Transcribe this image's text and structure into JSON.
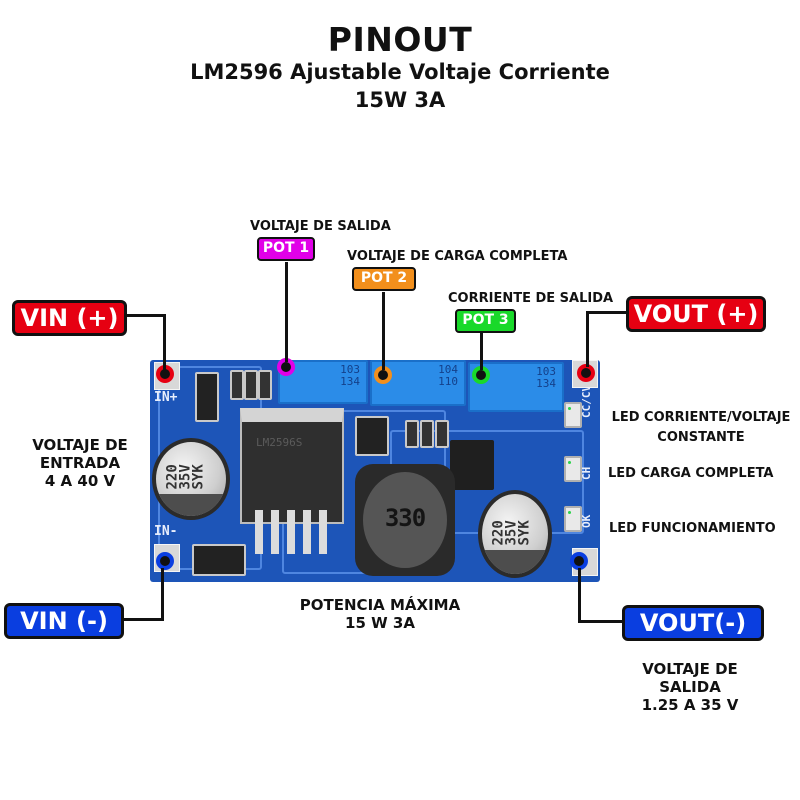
{
  "header": {
    "title": "PINOUT",
    "subtitle": "LM2596 Ajustable Voltaje Corriente",
    "rating": "15W 3A"
  },
  "pins": {
    "vin_plus": {
      "label": "VIN (+)",
      "color": "#e60012"
    },
    "vin_minus": {
      "label": "VIN (-)",
      "color": "#0a3ee0"
    },
    "vout_plus": {
      "label": "VOUT (+)",
      "color": "#e60012"
    },
    "vout_minus": {
      "label": "VOUT(-)",
      "color": "#0a3ee0"
    }
  },
  "pots": [
    {
      "label": "POT 1",
      "function": "VOLTAJE DE SALIDA",
      "color": "#e100e8",
      "marking": [
        "103",
        "134"
      ]
    },
    {
      "label": "POT 2",
      "function": "VOLTAJE DE CARGA COMPLETA",
      "color": "#f28f1c",
      "marking": [
        "104",
        "110"
      ]
    },
    {
      "label": "POT 3",
      "function": "CORRIENTE DE SALIDA",
      "color": "#19d92a",
      "marking": [
        "103",
        "134"
      ]
    }
  ],
  "leds": [
    {
      "silk": "CC/CV",
      "description": "LED CORRIENTE/VOLTAJE CONSTANTE"
    },
    {
      "silk": "CH",
      "description": "LED CARGA COMPLETA"
    },
    {
      "silk": "OK",
      "description": "LED FUNCIONAMIENTO"
    }
  ],
  "notes": {
    "input_range_l1": "VOLTAJE DE",
    "input_range_l2": "ENTRADA",
    "input_range_l3": "4 A 40 V",
    "power_l1": "POTENCIA MÁXIMA",
    "power_l2": "15 W 3A",
    "output_range_l1": "VOLTAJE DE",
    "output_range_l2": "SALIDA",
    "output_range_l3": "1.25 A 35 V"
  },
  "board": {
    "silk_in_plus": "IN+",
    "silk_in_minus": "IN-",
    "inductor_marking": "330",
    "cap_marking": [
      "220",
      "35V",
      "SYK"
    ],
    "ic_marking": [
      "LM2596S"
    ]
  }
}
